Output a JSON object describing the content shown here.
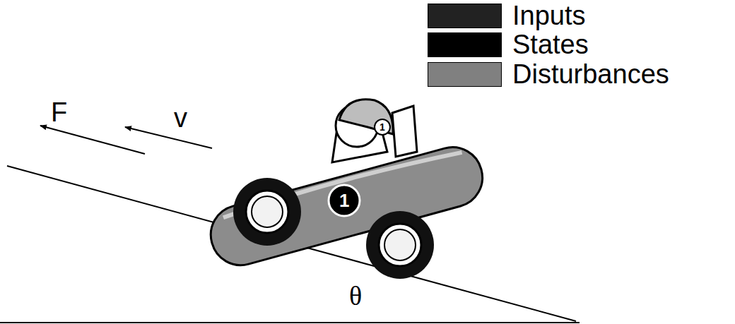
{
  "diagram": {
    "labels": [
      "F",
      "v",
      "θ",
      "1",
      "1"
    ],
    "legend": [
      {
        "text": "Inputs",
        "color": "#222222"
      },
      {
        "text": "States",
        "color": "#000000"
      },
      {
        "text": "Disturbances",
        "color": "#808080"
      }
    ]
  }
}
